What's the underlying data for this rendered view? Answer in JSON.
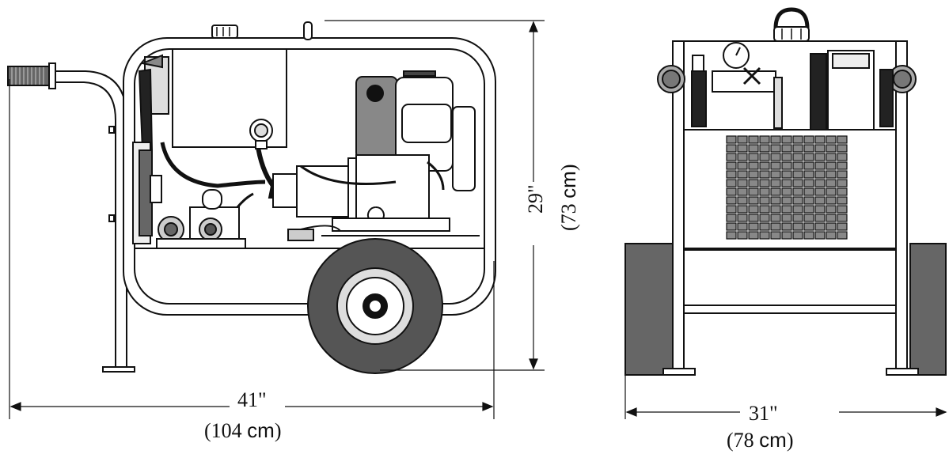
{
  "side_view": {
    "width": {
      "imperial": "41\"",
      "metric_value": "104",
      "metric_unit": "cm"
    },
    "height": {
      "imperial": "29\"",
      "metric_value": "73",
      "metric_unit": "cm"
    }
  },
  "front_view": {
    "width": {
      "imperial": "31\"",
      "metric_value": "78",
      "metric_unit": "cm"
    }
  },
  "colors": {
    "line": "#111111",
    "dark_fill": "#555555",
    "mid_fill": "#8a8a8a",
    "light_fill": "#d9d9d9",
    "paper": "#ffffff"
  }
}
